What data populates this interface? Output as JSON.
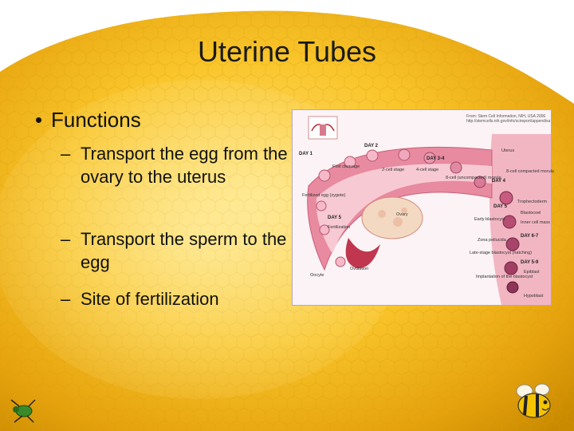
{
  "slide": {
    "title": "Uterine Tubes",
    "bullet": "Functions",
    "subpoints": [
      "Transport the egg from the ovary to the uterus",
      "Transport the sperm to the egg",
      "Site of fertilization"
    ],
    "dash": "–",
    "bullet_glyph": "•"
  },
  "figure": {
    "caption": "From: Stem Cell Information, NIH, USA 2006 http://stemcells.nih.gov/info/scireport/appendixa",
    "days": [
      "DAY 1",
      "DAY 2",
      "DAY 3-4",
      "DAY 4",
      "DAY 5",
      "DAY 5",
      "DAY 6-7",
      "DAY 5-9"
    ],
    "labels": {
      "first_cleavage": "First cleavage",
      "two_cell": "2-cell stage",
      "four_cell": "4-cell stage",
      "eight_cell": "8-cell (uncompacted) morula",
      "compacted": "8-cell compacted morula",
      "uterus": "Uterus",
      "fertilized_egg": "Fertilized egg (zygote)",
      "ovary": "Ovary",
      "fertilization": "Fertilization",
      "trophectoderm": "Trophectoderm",
      "blastocoel": "Blastocoel",
      "inner_cell_mass": "Inner cell mass",
      "early_blastocyst": "Early blastocyst",
      "zona": "Zona pellucida",
      "late_blastocyst": "Late-stage blastocyst (hatching)",
      "ovulation": "Ovulation",
      "oocyte": "Oocyte",
      "implantation": "Implantation of the blastocyst",
      "epiblast": "Epiblast",
      "hypoblast": "Hypoblast"
    }
  },
  "colors": {
    "honey_dark": "#c98a00",
    "honey_light": "#ffd54a",
    "tube_pink": "#e6879c",
    "text": "#111111"
  },
  "icons": [
    "beetle-icon",
    "bee-icon"
  ]
}
